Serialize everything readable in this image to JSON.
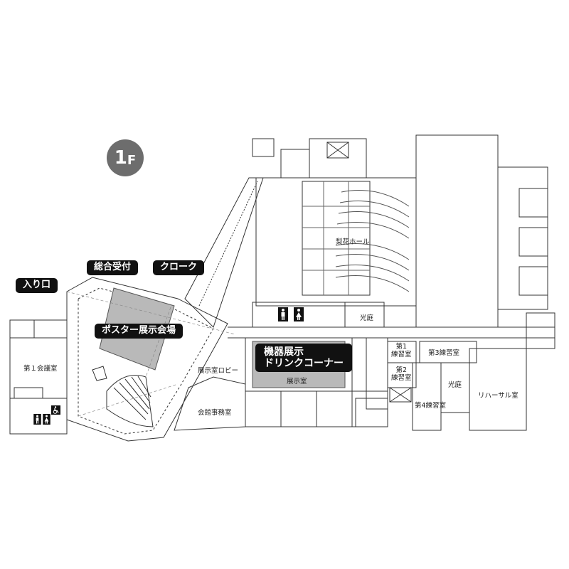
{
  "floor": {
    "number": "1",
    "suffix": "F"
  },
  "labels": {
    "entrance": "入り口",
    "reception": "総合受付",
    "cloak": "クローク",
    "poster": "ポスター展示会場",
    "exhibit_line1": "機器展示",
    "exhibit_line2": "ドリンクコーナー"
  },
  "rooms": {
    "rika_hall": "梨花ホール",
    "courtyard_top": "光庭",
    "courtyard_bottom": "光庭",
    "conference1": "第１会議室",
    "exhibit_lobby": "展示室ロビー",
    "exhibit_room": "展示室",
    "admin_office": "会館事務室",
    "practice1_line1": "第1",
    "practice1_line2": "練習室",
    "practice2_line1": "第2",
    "practice2_line2": "練習室",
    "practice3": "第3練習室",
    "practice4": "第4練習室",
    "rehearsal": "リハーサル室"
  },
  "colors": {
    "label_bg": "#111111",
    "highlight": "#b9b9b9",
    "badge": "#6d6d6d",
    "line": "#333333"
  },
  "icons": [
    "restroom-male-icon",
    "restroom-female-icon",
    "wheelchair-icon"
  ]
}
